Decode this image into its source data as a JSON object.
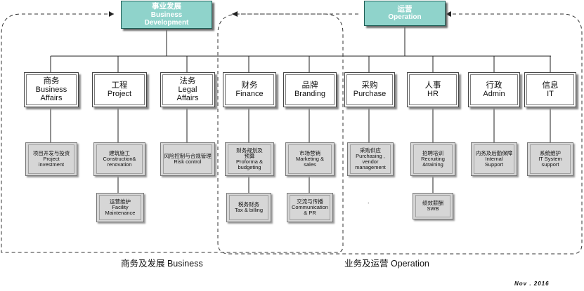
{
  "top_nodes": {
    "business": {
      "cn": "事业发展",
      "en": "Business Development"
    },
    "operation": {
      "cn": "运营",
      "en": "Operation"
    }
  },
  "departments": [
    {
      "cn": "商务",
      "en": "Business Affairs"
    },
    {
      "cn": "工程",
      "en": "Project"
    },
    {
      "cn": "法务",
      "en": "Legal Affairs"
    },
    {
      "cn": "财务",
      "en": "Finance"
    },
    {
      "cn": "品牌",
      "en": "Branding"
    },
    {
      "cn": "采购",
      "en": "Purchase"
    },
    {
      "cn": "人事",
      "en": "HR"
    },
    {
      "cn": "行政",
      "en": "Admin"
    },
    {
      "cn": "信息",
      "en": "IT"
    }
  ],
  "tasks": {
    "business_affairs": [
      {
        "cn": "项目开发与投资",
        "en": "Project investment"
      }
    ],
    "project": [
      {
        "cn": "建筑施工",
        "en": "Construction& renovation"
      },
      {
        "cn": "运营维护",
        "en": "Facility Maintenance"
      }
    ],
    "legal": [
      {
        "cn": "风险控制与合规管理",
        "en": "Risk control"
      }
    ],
    "finance": [
      {
        "cn": "财务规划及预算",
        "en": "Proforma & budgeting"
      },
      {
        "cn": "税务财务",
        "en": "Tax & billing"
      }
    ],
    "branding": [
      {
        "cn": "市场营销",
        "en": "Marketing & sales"
      },
      {
        "cn": "交流与传播",
        "en": "Communication & PR"
      }
    ],
    "purchase": [
      {
        "cn": "采购供应",
        "en": "Purchasing , vendor management"
      }
    ],
    "hr": [
      {
        "cn": "招聘培训",
        "en": "Recruiting &training"
      },
      {
        "cn": "绩效薪酬",
        "en": "SWB"
      }
    ],
    "admin": [
      {
        "cn": "内务及后勤保障",
        "en": "Internal Support"
      }
    ],
    "it": [
      {
        "cn": "系统维护",
        "en": "IT System support"
      }
    ]
  },
  "captions": {
    "business": "商务及发展 Business",
    "operation": "业务及运营 Operation"
  },
  "stray_mark": ".",
  "date": "Nov . 2016"
}
